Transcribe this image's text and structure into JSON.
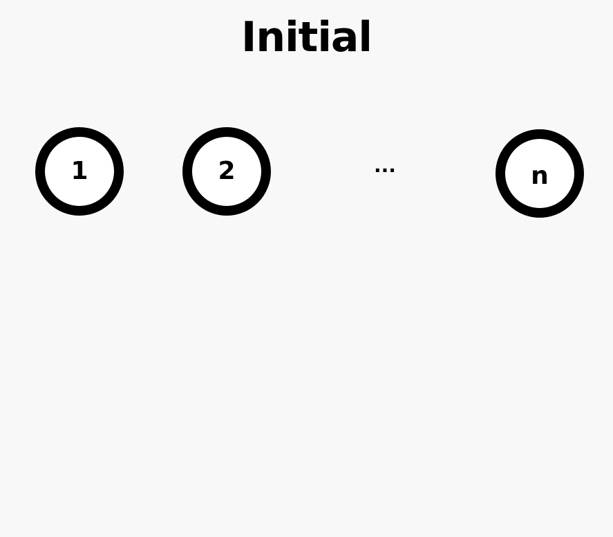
{
  "title": "Initial",
  "nodes": [
    {
      "label": "1"
    },
    {
      "label": "2"
    },
    {
      "label": "n"
    }
  ],
  "ellipsis": "..."
}
